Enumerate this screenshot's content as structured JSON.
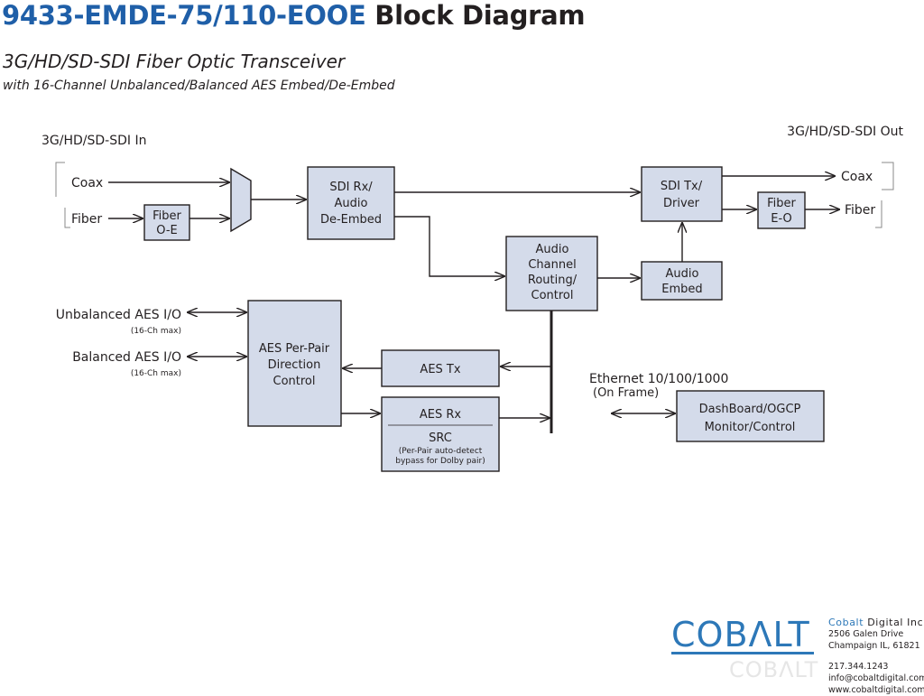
{
  "title": {
    "part_number": "9433-EMDE-75/110-EOOE",
    "rest": " Block Diagram"
  },
  "subtitle": "3G/HD/SD-SDI Fiber Optic Transceiver",
  "subtitle2": "with 16-Channel Unbalanced/Balanced AES Embed/De-Embed",
  "inputs": {
    "sdi_in_label": "3G/HD/SD-SDI In",
    "coax": "Coax",
    "fiber": "Fiber",
    "unbalanced_aes": "Unbalanced AES I/O",
    "unbalanced_aes_note": "(16-Ch max)",
    "balanced_aes": "Balanced AES I/O",
    "balanced_aes_note": "(16-Ch max)",
    "ethernet_line1": "Ethernet 10/100/1000",
    "ethernet_line2": "(On Frame)"
  },
  "outputs": {
    "sdi_out_label": "3G/HD/SD-SDI Out",
    "coax": "Coax",
    "fiber": "Fiber"
  },
  "blocks": {
    "fiber_oe": [
      "Fiber",
      "O-E"
    ],
    "sdi_rx": [
      "SDI Rx/",
      "Audio",
      "De-Embed"
    ],
    "sdi_tx": [
      "SDI Tx/",
      "Driver"
    ],
    "fiber_eo": [
      "Fiber",
      "E-O"
    ],
    "audio_routing": [
      "Audio",
      "Channel",
      "Routing/",
      "Control"
    ],
    "audio_embed": [
      "Audio",
      "Embed"
    ],
    "aes_direction": [
      "AES Per-Pair",
      "Direction",
      "Control"
    ],
    "aes_tx": "AES Tx",
    "aes_rx": "AES Rx",
    "src": "SRC",
    "src_note": [
      "(Per-Pair auto-detect",
      "bypass for Dolby pair)"
    ],
    "dashboard": [
      "DashBoard/OGCP",
      "Monitor/Control"
    ]
  },
  "logo": "COBΛLT",
  "contact": {
    "company_blue": "Cobalt",
    "company_rest": " Digital Inc.",
    "street": "2506 Galen Drive",
    "city": "Champaign IL, 61821",
    "phone": "217.344.1243",
    "email": "info@cobaltdigital.com",
    "web": "www.cobaltdigital.com"
  },
  "colors": {
    "block_fill": "#d4dbea",
    "stroke": "#231f20",
    "brand_blue": "#2d78b8",
    "title_blue": "#1f5fa8"
  }
}
